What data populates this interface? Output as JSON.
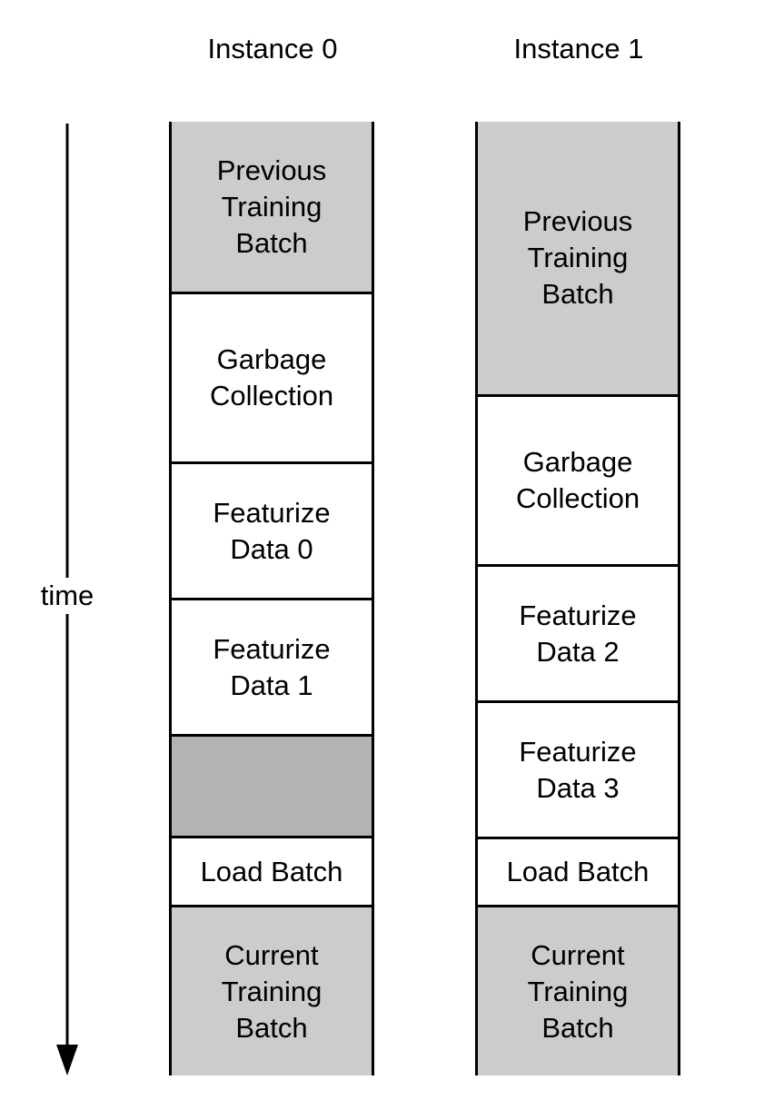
{
  "axis": {
    "label": "time"
  },
  "instances": [
    {
      "title": "Instance 0",
      "blocks": [
        {
          "label": "Previous\nTraining\nBatch",
          "fill": "#cccccc"
        },
        {
          "label": "Garbage\nCollection",
          "fill": "#ffffff"
        },
        {
          "label": "Featurize\nData 0",
          "fill": "#ffffff"
        },
        {
          "label": "Featurize\nData 1",
          "fill": "#ffffff"
        },
        {
          "label": "",
          "fill": "#b3b3b3"
        },
        {
          "label": "Load Batch",
          "fill": "#ffffff"
        },
        {
          "label": "Current\nTraining\nBatch",
          "fill": "#cccccc"
        }
      ]
    },
    {
      "title": "Instance 1",
      "blocks": [
        {
          "label": "Previous\nTraining\nBatch",
          "fill": "#cccccc"
        },
        {
          "label": "Garbage\nCollection",
          "fill": "#ffffff"
        },
        {
          "label": "Featurize\nData 2",
          "fill": "#ffffff"
        },
        {
          "label": "Featurize\nData 3",
          "fill": "#ffffff"
        },
        {
          "label": "Load Batch",
          "fill": "#ffffff"
        },
        {
          "label": "Current\nTraining\nBatch",
          "fill": "#cccccc"
        }
      ]
    }
  ]
}
